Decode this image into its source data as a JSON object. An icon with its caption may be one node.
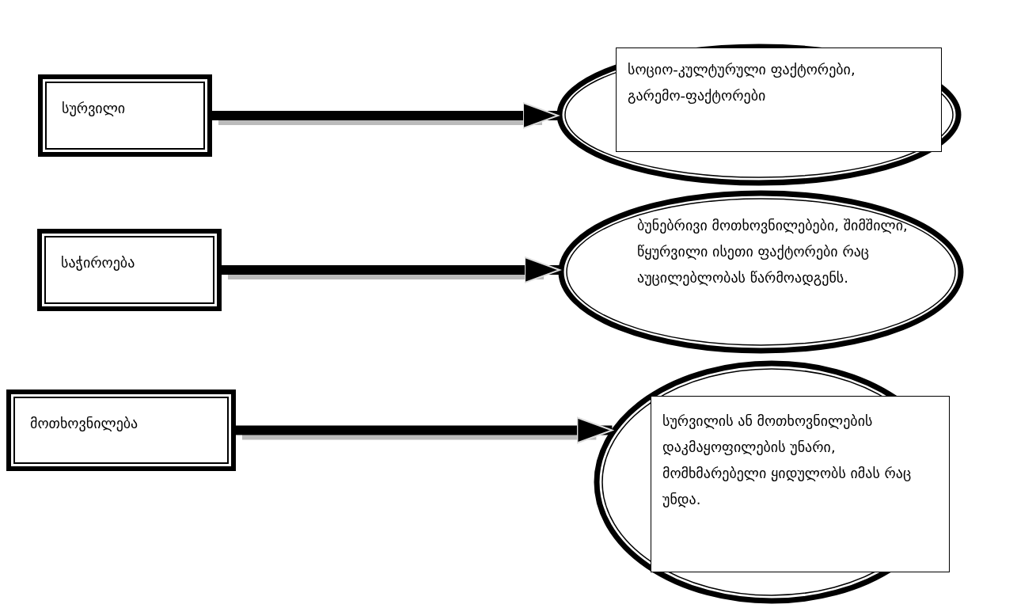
{
  "diagram": {
    "nodes": [
      {
        "text": [
          "სურვილი"
        ]
      },
      {
        "text": [],
        "shape": "ellipse"
      },
      {
        "text": [
          "სოციო-კულტურული ფაქტორები, გარემო-ფაქტორები"
        ],
        "in": 1
      },
      {
        "text": [
          "საჭიროება"
        ]
      },
      {
        "text": [
          "ბუნებრივი მოთხოვნილებები, შიმშილი, წყურვილი ისეთი ფაქტორები რაც აუცილებლობას წარმოადგენს."
        ]
      },
      {
        "text": [
          "მოთხოვნილება"
        ]
      },
      {
        "text": [],
        "shape": "ellipse"
      },
      {
        "text": [
          "სურვილის ან მოთხოვნილების დაკმაყოფილების უნარი, მომხმარებელი ყიდულობს იმას რაც უნდა."
        ],
        "in": 6
      }
    ],
    "edges": [
      {
        "from": 0,
        "to": 1,
        "arrow": "to"
      },
      {
        "from": 3,
        "to": 4,
        "arrow": "to"
      },
      {
        "from": 5,
        "to": 6,
        "arrow": "to"
      }
    ]
  }
}
